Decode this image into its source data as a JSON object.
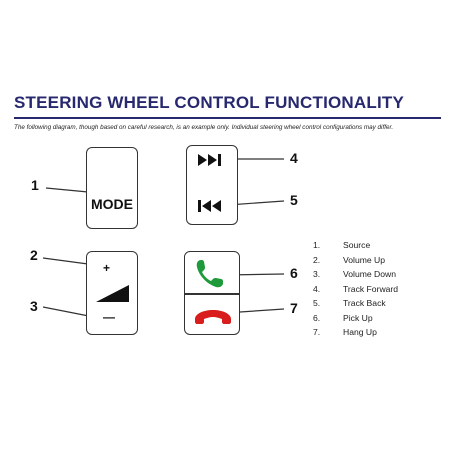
{
  "title": "STEERING WHEEL CONTROL FUNCTIONALITY",
  "subtitle": "The following diagram, though based on careful research, is an example only. Individual steering wheel control configurations may differ.",
  "mode_button": {
    "label": "MODE",
    "callout": "1"
  },
  "volume_button": {
    "plus": "+",
    "minus": "—",
    "callout_up": "2",
    "callout_down": "3"
  },
  "track_button": {
    "callout_forward": "4",
    "callout_back": "5"
  },
  "phone_button": {
    "callout_pickup": "6",
    "callout_hangup": "7"
  },
  "colors": {
    "title": "#27286e",
    "pickup": "#1e9a3a",
    "hangup": "#d91c1c"
  },
  "icons": [
    "fast-forward-icon",
    "rewind-icon",
    "phone-pickup-icon",
    "phone-hangup-icon",
    "volume-ramp-icon"
  ],
  "legend": [
    {
      "num": "1.",
      "label": "Source"
    },
    {
      "num": "2.",
      "label": "Volume Up"
    },
    {
      "num": "3.",
      "label": "Volume Down"
    },
    {
      "num": "4.",
      "label": "Track Forward"
    },
    {
      "num": "5.",
      "label": "Track Back"
    },
    {
      "num": "6.",
      "label": "Pick Up"
    },
    {
      "num": "7.",
      "label": "Hang Up"
    }
  ]
}
